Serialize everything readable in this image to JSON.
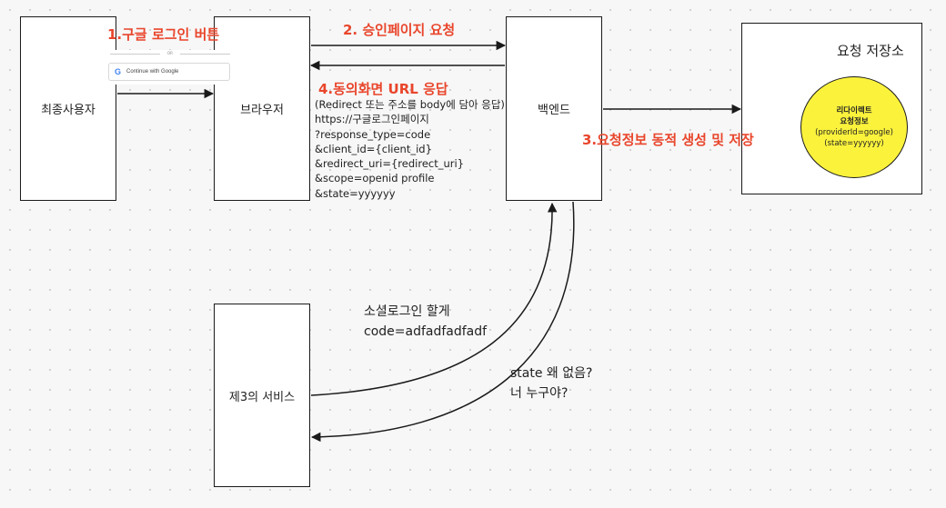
{
  "nodes": {
    "end_user": "최종사용자",
    "browser": "브라우저",
    "backend": "백엔드",
    "third_party": "제3의 서비스",
    "storage": "요청 저장소"
  },
  "storage_item": {
    "line1": "리다이렉트",
    "line2": "요청정보",
    "line3": "(providerId=google)",
    "line4": "(state=yyyyyy)"
  },
  "google_card": {
    "or": "OR",
    "logo": "G",
    "button": "Continue with Google"
  },
  "steps": {
    "step1": "1.구글 로그인 버튼",
    "step2": "2. 승인페이지 요청",
    "step3": "3.요청정보 동적 생성 및 저장",
    "step4": "4.동의화면 URL 응답"
  },
  "response_lines": [
    "(Redirect 또는 주소를 body에 담아 응답)",
    "https://구글로그인페이지",
    "?response_type=code",
    "&client_id={client_id}",
    "&redirect_uri={redirect_uri}",
    "&scope=openid profile",
    "&state=yyyyyy"
  ],
  "social_login": {
    "line1": "소셜로그인 할게",
    "line2": "code=adfadfadfadf"
  },
  "state_missing": {
    "line1": "state 왜 없음?",
    "line2": "너 누구야?"
  }
}
